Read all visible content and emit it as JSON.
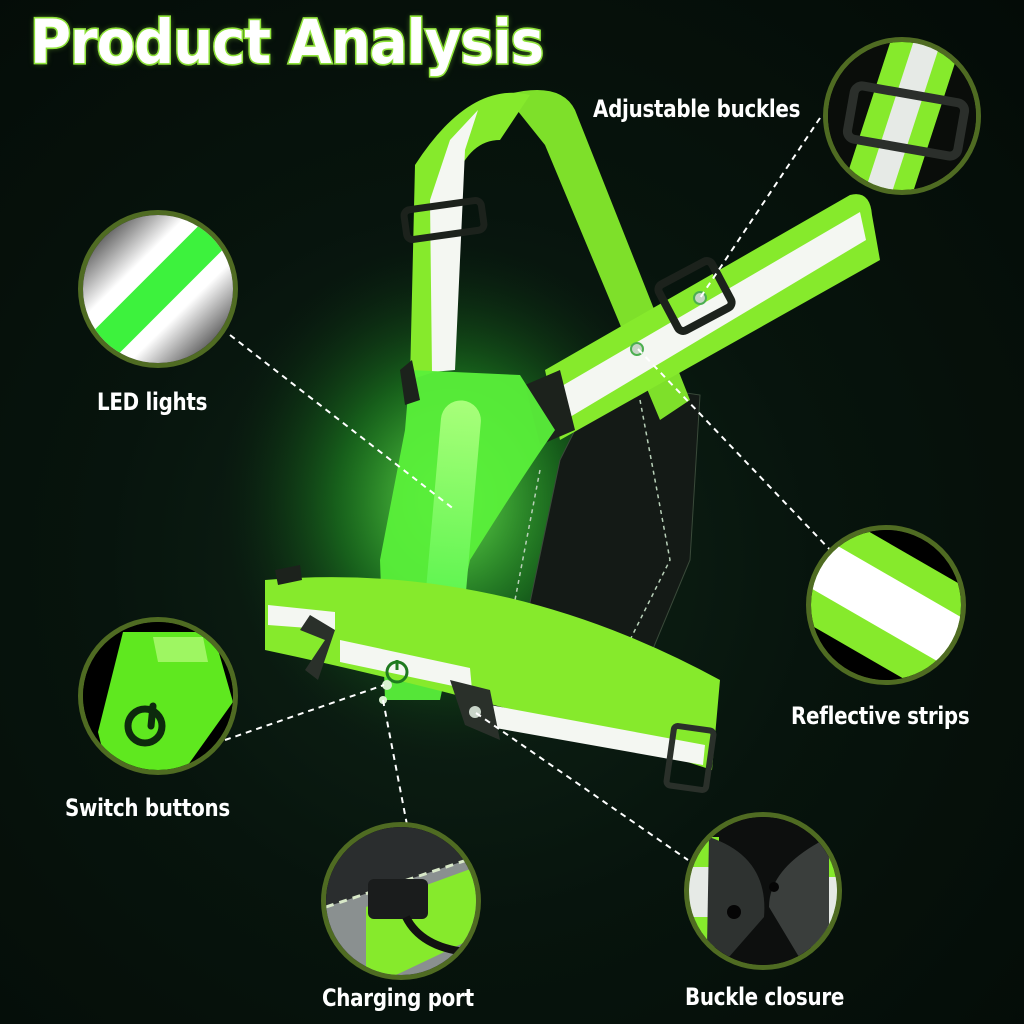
{
  "title": "Product Analysis",
  "colors": {
    "background": "#07140d",
    "accent_green": "#8fe33a",
    "neon_green": "#33ff33",
    "inset_border": "#4f6b22",
    "label_text": "#ffffff"
  },
  "callouts": [
    {
      "id": "adjustable-buckles",
      "label": "Adjustable buckles",
      "icon": "buckle-icon"
    },
    {
      "id": "led-lights",
      "label": "LED lights",
      "icon": "led-strip-icon"
    },
    {
      "id": "reflective-strips",
      "label": "Reflective strips",
      "icon": "reflective-strip-icon"
    },
    {
      "id": "switch-buttons",
      "label": "Switch buttons",
      "icon": "power-icon"
    },
    {
      "id": "charging-port",
      "label": "Charging port",
      "icon": "usb-c-icon"
    },
    {
      "id": "buckle-closure",
      "label": "Buckle closure",
      "icon": "side-release-buckle-icon"
    }
  ]
}
